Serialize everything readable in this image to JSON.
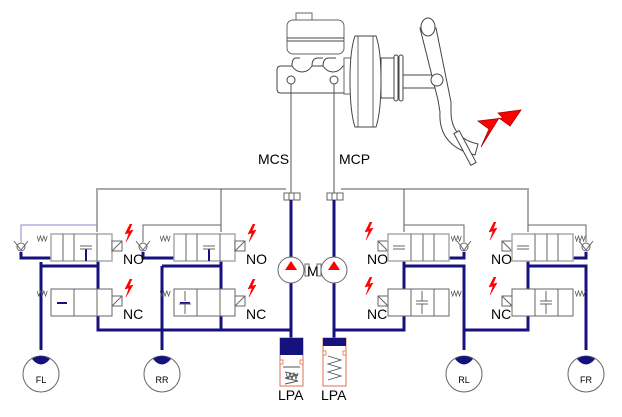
{
  "diagram": {
    "title": "ABS hydraulic circuit",
    "colors": {
      "pipe": "#15127e",
      "signal": "#ff0000",
      "lpa_outline": "#e07050",
      "line_grey": "#aaaaaa"
    },
    "master_cylinder": {
      "port_secondary": "MCS",
      "port_primary": "MCP"
    },
    "pump_motor": "M",
    "valves": [
      {
        "id": "fl-inlet",
        "label": "NO"
      },
      {
        "id": "fl-outlet",
        "label": "NC"
      },
      {
        "id": "rr-inlet",
        "label": "NO"
      },
      {
        "id": "rr-outlet",
        "label": "NC"
      },
      {
        "id": "rl-inlet",
        "label": "NO"
      },
      {
        "id": "rl-outlet",
        "label": "NC"
      },
      {
        "id": "fr-inlet",
        "label": "NO"
      },
      {
        "id": "fr-outlet",
        "label": "NC"
      }
    ],
    "accumulators": [
      {
        "label": "LPA"
      },
      {
        "label": "LPA"
      }
    ],
    "wheels": [
      {
        "label": "FL"
      },
      {
        "label": "RR"
      },
      {
        "label": "RL"
      },
      {
        "label": "FR"
      }
    ]
  }
}
